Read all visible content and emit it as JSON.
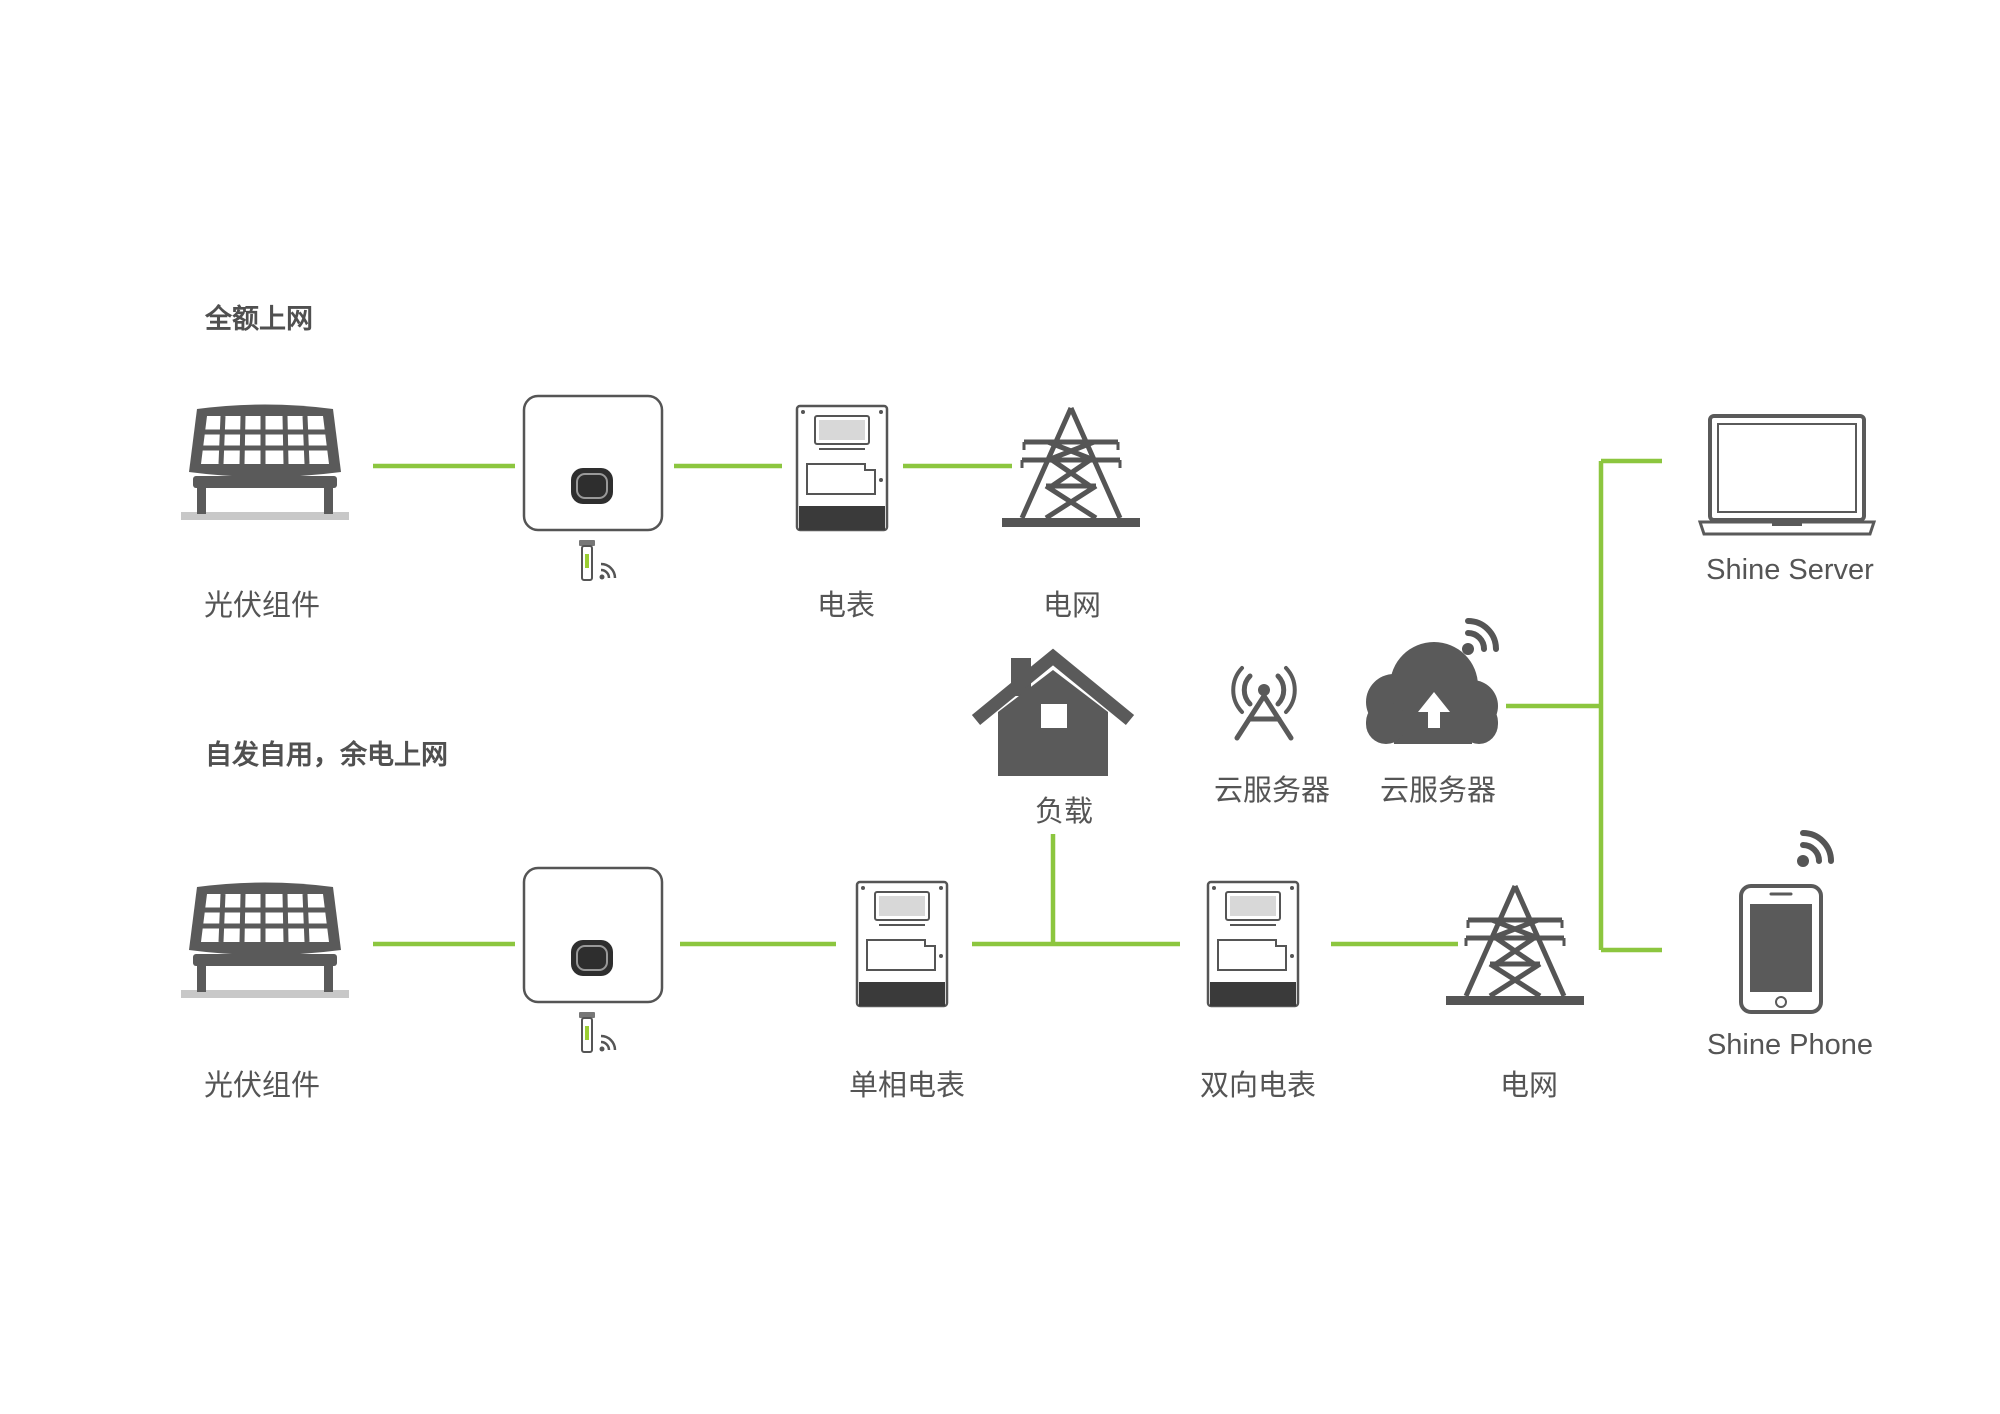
{
  "sections": {
    "full_grid": {
      "title": "全额上网"
    },
    "self_use": {
      "title": "自发自用，余电上网"
    }
  },
  "labels": {
    "pv_top": "光伏组件",
    "meter_top": "电表",
    "grid_top": "电网",
    "pv_bottom": "光伏组件",
    "single_phase_meter": "单相电表",
    "load": "负载",
    "bidirectional_meter": "双向电表",
    "grid_bottom": "电网",
    "cloud_server_tower": "云服务器",
    "cloud_server": "云服务器",
    "shine_server": "Shine Server",
    "shine_phone": "Shine Phone"
  },
  "colors": {
    "connection_line": "#8cc63f",
    "icon": "#5a5a5a",
    "text": "#555555"
  },
  "icons": [
    "solar-panel-icon",
    "inverter-icon",
    "wifi-dongle-icon",
    "electric-meter-icon",
    "transmission-tower-icon",
    "house-icon",
    "signal-tower-icon",
    "cloud-upload-icon",
    "wifi-signal-icon",
    "laptop-icon",
    "smartphone-icon"
  ]
}
